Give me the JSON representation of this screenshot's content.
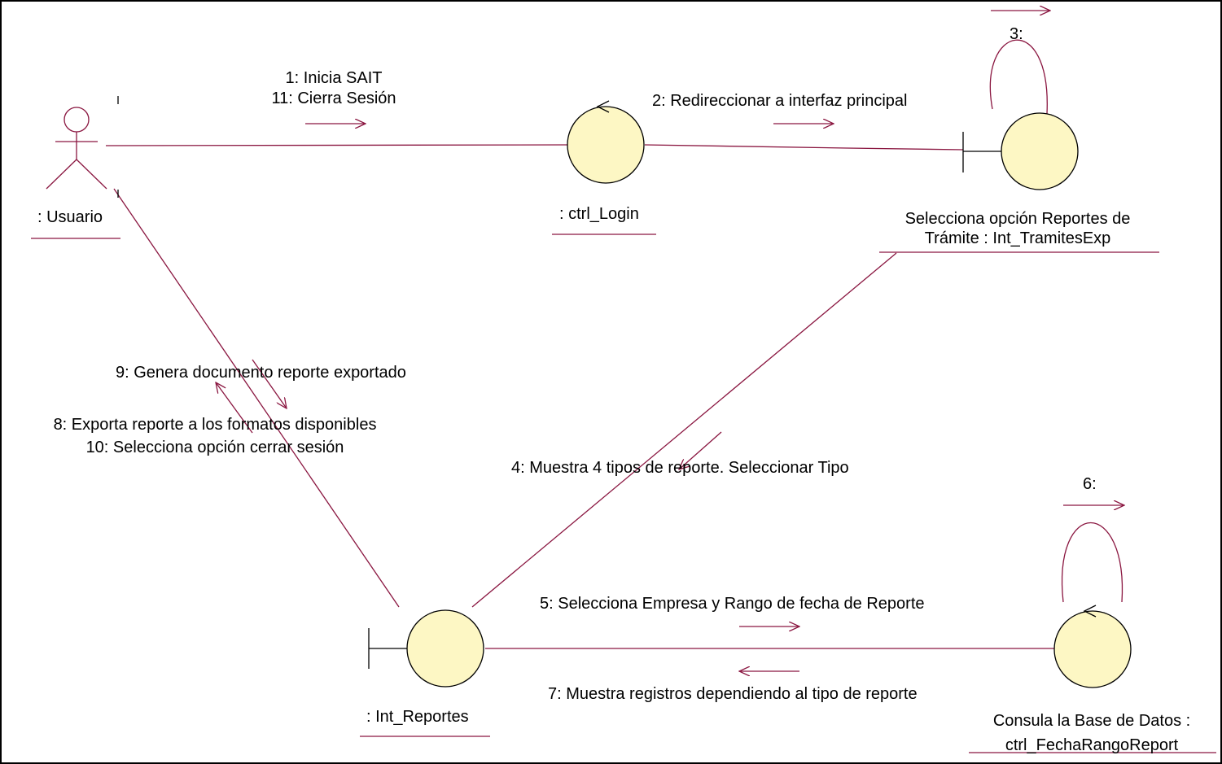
{
  "colors": {
    "line": "#8a1640",
    "node_fill": "#fdf7c4",
    "node_stroke": "#000000",
    "frame": "#000000"
  },
  "objects": {
    "usuario": ": Usuario",
    "ctrl_login": ": ctrl_Login",
    "tramites_line1": "Selecciona opción Reportes de",
    "tramites_line2": "Trámite : Int_TramitesExp",
    "int_reportes": ": Int_Reportes",
    "fecha_line1": "Consula la Base de Datos :",
    "fecha_line2": "ctrl_FechaRangoReport"
  },
  "messages": {
    "m1": "1: Inicia SAIT",
    "m11": "11: Cierra Sesión",
    "m2": "2: Redireccionar a interfaz principal",
    "m3": "3:",
    "m4": "4: Muestra 4 tipos de reporte. Seleccionar Tipo",
    "m5": "5: Selecciona Empresa y Rango de fecha de Reporte",
    "m6": "6:",
    "m7": "7: Muestra registros dependiendo al tipo de reporte",
    "m8": "8: Exporta reporte a los formatos disponibles",
    "m9": "9: Genera documento reporte exportado",
    "m10": "10: Selecciona opción cerrar sesión"
  }
}
